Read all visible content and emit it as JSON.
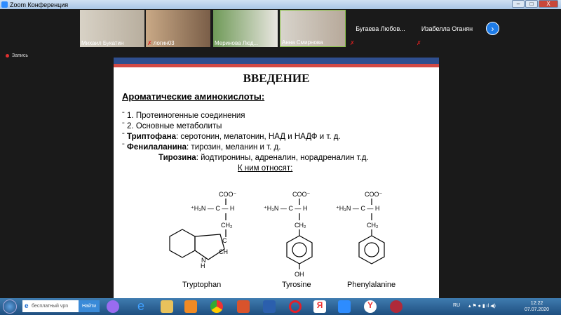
{
  "window": {
    "title": "Zoom Конференция",
    "minimize": "–",
    "maximize": "□",
    "close": "X"
  },
  "participants": [
    {
      "name": "Михаил Бук­атин",
      "muted": false,
      "color": "#c9c2b5"
    },
    {
      "name": "логин03",
      "muted": true,
      "color": "#a88f75"
    },
    {
      "name": "Меринова Люд...",
      "muted": false,
      "color": "#8fa77b"
    },
    {
      "name": "Анна Смирнова",
      "muted": false,
      "color": "#c2b9ad"
    },
    {
      "name": "Бугаева  Любов...",
      "muted": true
    },
    {
      "name": "Изабелла Оганян",
      "muted": true
    }
  ],
  "next_label": "›",
  "recording": "Запись",
  "slide": {
    "title": "ВВЕДЕНИЕ",
    "subtitle": "Ароматические аминокислоты:",
    "items": [
      "1. Протеиногенные соединения",
      "2. Основные метаболиты"
    ],
    "trp_bold": "Триптофана",
    "trp_text": ": серотонин, мелатонин, НАД и НАДФ и т. д.",
    "phe_bold": "Фенилаланина",
    "phe_text": ": тирозин, меланин  и т. д.",
    "tyr_bold": "Тирозина",
    "tyr_text": ": йодтиронины, адреналин, норадреналин т.д.",
    "relates": "К ним относят:",
    "molecules": [
      "Tryptophan",
      "Tyrosine",
      "Phenylalanine"
    ]
  },
  "taskbar": {
    "search_placeholder": "бесплатный vpn",
    "search_button": "Найти",
    "lang": "RU",
    "time": "12:22",
    "date": "07.07.2020"
  }
}
